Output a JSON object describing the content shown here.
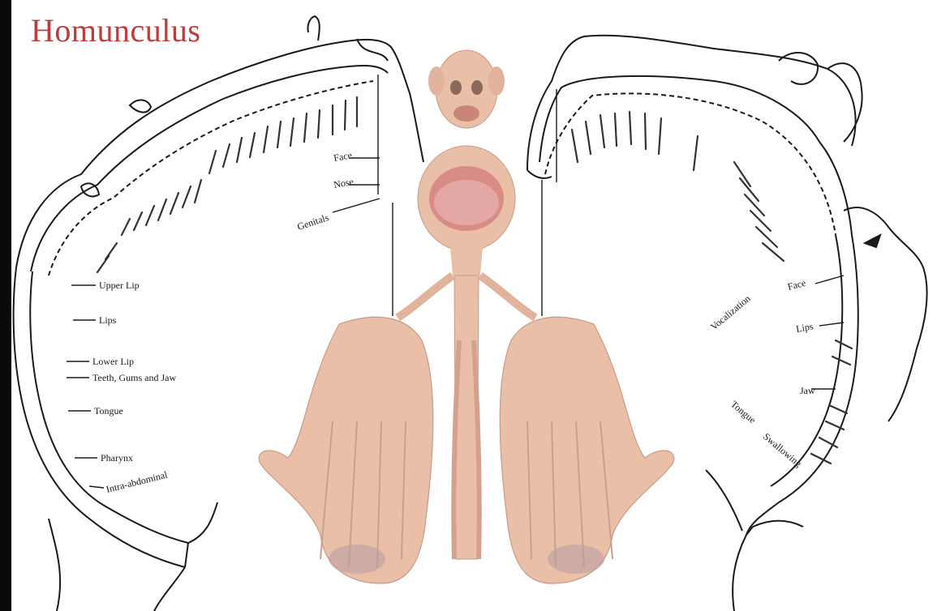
{
  "title": "Homunculus",
  "colors": {
    "title": "#c23b3b",
    "line": "#1a1a1a",
    "skin": "#e9bfa8",
    "skin_shadow": "#c99a86",
    "mouth": "#d98c86",
    "background": "#ffffff",
    "edge_bar": "#0a0a0a"
  },
  "left_map": {
    "labels": [
      "Upper Lip",
      "Lips",
      "Lower Lip",
      "Teeth, Gums and Jaw",
      "Tongue",
      "Pharynx",
      "Intra-abdominal"
    ],
    "upper_labels": [
      "Face",
      "Nose",
      "Genitals"
    ]
  },
  "right_map": {
    "labels": [
      "Face",
      "Lips",
      "Jaw",
      "Tongue",
      "Swallowing",
      "Vocalization"
    ]
  }
}
